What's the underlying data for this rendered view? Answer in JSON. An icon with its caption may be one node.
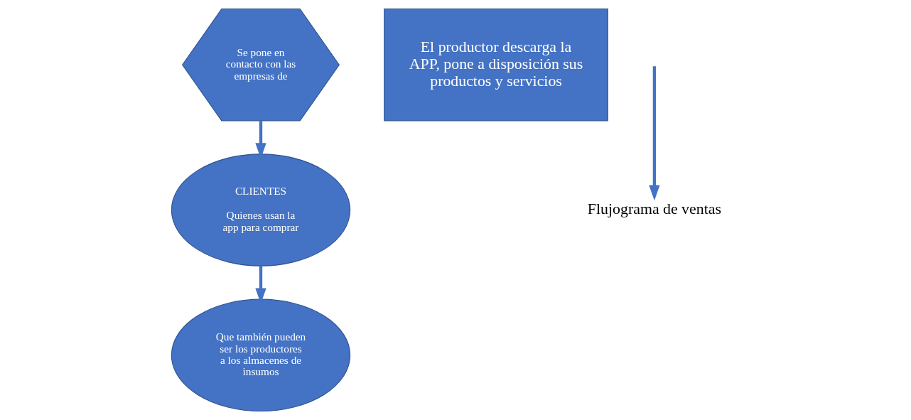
{
  "diagram": {
    "nodes": [
      {
        "text": [
          "CLIENTES",
          "Quienes usan la app para comprar"
        ]
      },
      {
        "text": [
          "Se pone en contacto con las empresas de"
        ]
      },
      {
        "text": [
          "Que también pueden ser los productores a los almacenes de insumos"
        ]
      },
      {
        "text": [
          "El productor descarga la APP, pone a disposición sus productos y servicios"
        ]
      },
      {
        "text": [
          "Flujograma de ventas"
        ]
      }
    ],
    "edges": [
      {
        "from": 1,
        "to": 0,
        "arrow": "to"
      },
      {
        "from": 0,
        "to": 2,
        "arrow": "to"
      },
      {
        "from": null,
        "to": 4,
        "arrow": "to"
      }
    ]
  }
}
